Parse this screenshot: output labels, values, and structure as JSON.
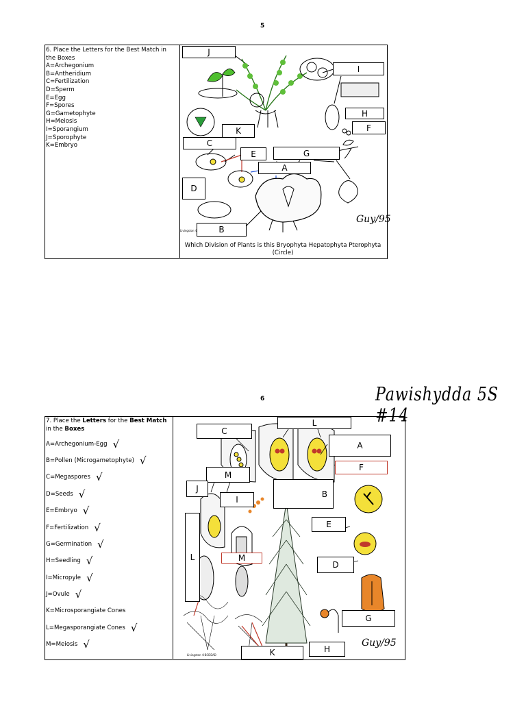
{
  "page5": {
    "number": "5",
    "intro": "6. Place the Letters for the Best Match in the Boxes",
    "items": [
      "A=Archegonium",
      "B=Antheridium",
      "C=Fertilization",
      "D=Sperm",
      "E=Egg",
      "F=Spores",
      "G=Gametophyte",
      "H=Meiosis",
      "I=Sporangium",
      "J=Sporophyte",
      "K=Embryo"
    ],
    "labels": {
      "J": "J",
      "I": "I",
      "H": "H",
      "F": "F",
      "K": "K",
      "C": "C",
      "E": "E",
      "G": "G",
      "A": "A",
      "D": "D",
      "B": "B"
    },
    "question_line1": "Which Division of Plants is this Bryophyta  Hepatophyta  Pterophyta",
    "question_line2": "(Circle)",
    "signature": "Guy/95"
  },
  "page6": {
    "number": "6",
    "handwritten_name": "Pawishydda  5S #14",
    "intro_prefix": "7. Place the ",
    "intro_bold1": "Letters",
    "intro_mid": " for the ",
    "intro_bold2": "Best Match",
    "intro_mid2": " in the ",
    "intro_bold3": "Boxes",
    "items": [
      {
        "text": "A=Archegonium-Egg",
        "check": "√"
      },
      {
        "text": "B=Pollen (Microgametophyte)",
        "check": "√"
      },
      {
        "text": "C=Megaspores",
        "check": "√"
      },
      {
        "text": "D=Seeds",
        "check": "√"
      },
      {
        "text": "E=Embryo",
        "check": "√"
      },
      {
        "text": "F=Fertilization",
        "check": "√"
      },
      {
        "text": "G=Germination",
        "check": "√"
      },
      {
        "text": "H=Seedling",
        "check": "√"
      },
      {
        "text": "I=Micropyle",
        "check": "√"
      },
      {
        "text": "J=Ovule",
        "check": "√"
      },
      {
        "text": "K=Microsporangiate Cones",
        "check": ""
      },
      {
        "text": "L=Megasporangiate Cones",
        "check": "√"
      },
      {
        "text": "M=Meiosis",
        "check": "√"
      }
    ],
    "labels": {
      "C": "C",
      "L_top": "L",
      "A": "A",
      "F": "F",
      "M": "M",
      "J": "J",
      "I": "I",
      "B": "B",
      "E": "E",
      "L_side": "L",
      "M2": "M",
      "D": "D",
      "G": "G",
      "K": "K",
      "H": "H"
    },
    "signature": "Guy/95"
  },
  "colors": {
    "red": "#c0392b",
    "blue": "#1f4fd6",
    "yellow": "#f4e03a",
    "orange": "#e8862a",
    "green": "#4fbf2f"
  }
}
